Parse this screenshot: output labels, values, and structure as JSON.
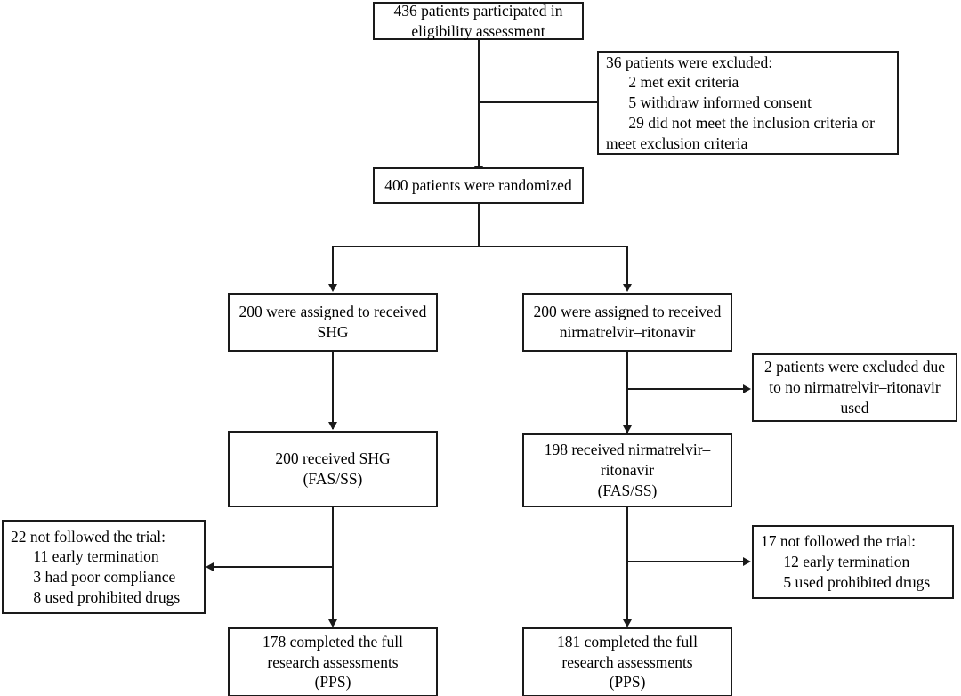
{
  "diagram": {
    "title": "CONSORT participant flow diagram",
    "type": "flowchart",
    "stroke_color": "#1a1a1a",
    "background_color": "#ffffff",
    "nodes": {
      "enrollment": {
        "line1": "436 patients participated in",
        "line2": "eligibility assessment"
      },
      "excluded_screening": {
        "line1": "36 patients were excluded:",
        "line2": "2 met exit criteria",
        "line3": "5 withdraw informed consent",
        "line4": "29 did not meet the inclusion criteria or",
        "line5": "meet exclusion criteria"
      },
      "randomized": {
        "line1": "400 patients were randomized"
      },
      "assigned_left": {
        "line1": "200 were assigned to received",
        "line2": "SHG"
      },
      "assigned_right": {
        "line1": "200 were assigned to received",
        "line2": "nirmatrelvir–ritonavir"
      },
      "excluded_right": {
        "line1": "2 patients were excluded due",
        "line2": "to no nirmatrelvir–ritonavir",
        "line3": "used"
      },
      "received_left": {
        "line1": "200 received  SHG",
        "line2": "(FAS/SS)"
      },
      "received_right": {
        "line1": "198 received  nirmatrelvir–",
        "line2": "ritonavir",
        "line3": "(FAS/SS)"
      },
      "lost_left": {
        "line1": "22 not followed the trial:",
        "line2": "11 early termination",
        "line3": "3 had poor compliance",
        "line4": "8 used prohibited drugs"
      },
      "lost_right": {
        "line1": "17 not followed the trial:",
        "line2": "12 early termination",
        "line3": "5 used prohibited drugs"
      },
      "completed_left": {
        "line1": "178 completed the full",
        "line2": "research assessments",
        "line3": "(PPS)"
      },
      "completed_right": {
        "line1": "181 completed the full",
        "line2": "research assessments",
        "line3": "(PPS)"
      }
    }
  }
}
